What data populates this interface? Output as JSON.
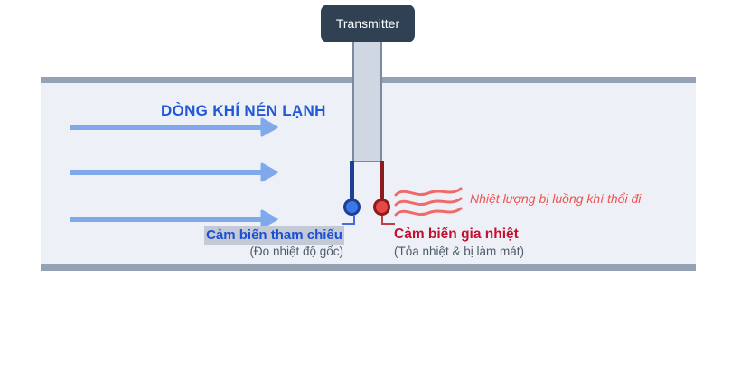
{
  "transmitter": {
    "label": "Transmitter"
  },
  "duct": {
    "flow_heading": "DÒNG KHÍ NÉN LẠNH"
  },
  "sensors": {
    "reference": {
      "label": "Cảm biến tham chiếu",
      "caption": "(Đo nhiệt độ gốc)"
    },
    "heated": {
      "label": "Cảm biến gia nhiệt",
      "caption": "(Tỏa nhiệt & bị làm mát)"
    }
  },
  "annotations": {
    "heat_loss_note": "Nhiệt lượng bị luồng khí thổi đi"
  },
  "icons": {
    "flow_arrow": "right-arrow",
    "heat_waves": "wavy-heat-lines",
    "reference_sensor_dot": "blue-circle",
    "heated_sensor_dot": "red-circle"
  },
  "colors": {
    "accent_blue": "#2158d8",
    "label_blue": "#1b4fd8",
    "highlight_bg": "#c3cad6",
    "label_red": "#c3102f",
    "note_red": "#ef5350",
    "wave_red": "#f16a6a",
    "arrow_blue": "#7fa9ea",
    "sensor_blue": "#3a78e7",
    "sensor_blue_dark": "#1d3f96",
    "sensor_red": "#e64747",
    "sensor_red_dark": "#8e1c1c",
    "duct_wall": "#94a2b4",
    "duct_fill": "#edf1f7",
    "probe_fill": "#cfd7e3",
    "probe_border": "#7b8aa0",
    "transmitter_bg": "#2f4153",
    "caption_gray": "#4f5b68"
  }
}
